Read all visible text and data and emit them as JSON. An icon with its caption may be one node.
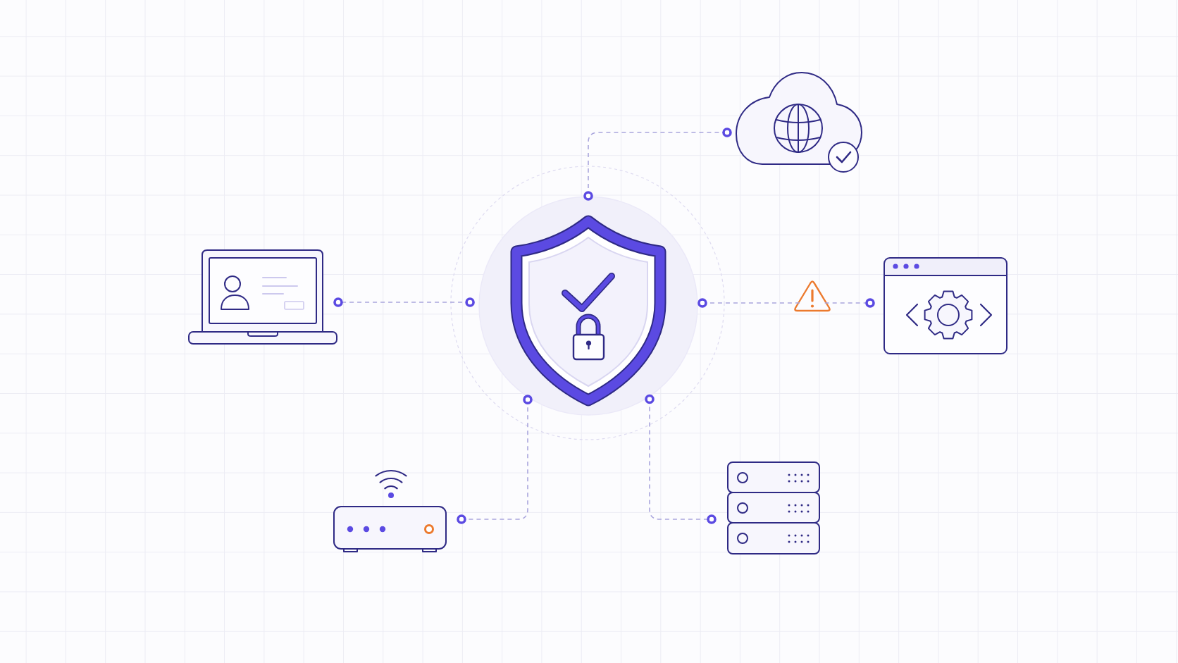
{
  "diagram": {
    "nodes": [
      {
        "text": [],
        "shape": "cloud"
      },
      {
        "text": [],
        "shape": "laptop"
      },
      {
        "text": [],
        "shape": "shield"
      },
      {
        "text": [],
        "shape": "triangle"
      },
      {
        "text": [],
        "shape": "window"
      },
      {
        "text": [],
        "shape": "router"
      },
      {
        "text": [],
        "shape": "server"
      }
    ],
    "edges": [
      {
        "from": 2,
        "to": 0,
        "arrow": "other",
        "style": "dashed"
      },
      {
        "from": 2,
        "to": 1,
        "arrow": "other",
        "style": "dashed"
      },
      {
        "from": 2,
        "to": 3,
        "arrow": "other",
        "style": "dashed"
      },
      {
        "from": 3,
        "to": 4,
        "arrow": "other",
        "style": "dashed"
      },
      {
        "from": 2,
        "to": 5,
        "arrow": "other",
        "style": "dashed"
      },
      {
        "from": 2,
        "to": 6,
        "arrow": "other",
        "style": "dashed"
      }
    ]
  }
}
